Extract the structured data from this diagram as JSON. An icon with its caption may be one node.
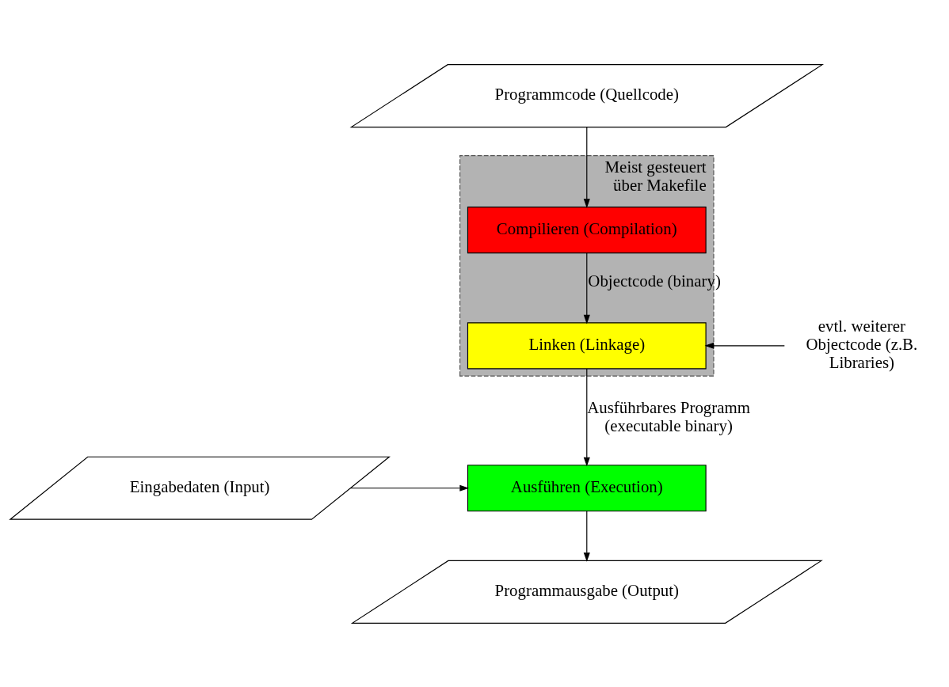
{
  "diagram": {
    "nodes": [
      {
        "text": [
          "Programmcode (Quellcode)"
        ]
      },
      {
        "text": [
          "Meist gesteuert über Makefile"
        ]
      },
      {
        "text": [
          "Compilieren (Compilation)"
        ],
        "in": 1
      },
      {
        "text": [
          "Linken (Linkage)"
        ],
        "in": 1
      },
      {
        "text": [
          "evtl. weiterer Objectcode (z.B. Libraries)"
        ]
      },
      {
        "text": [
          "Eingabedaten (Input)"
        ]
      },
      {
        "text": [
          "Ausführen (Execution)"
        ]
      },
      {
        "text": [
          "Programmausgabe (Output)"
        ]
      }
    ],
    "edges": [
      {
        "from": 0,
        "to": 2,
        "arrow": "to"
      },
      {
        "from": 2,
        "to": 3,
        "arrow": "to",
        "label": "Objectcode (binary)"
      },
      {
        "from": 4,
        "to": 3,
        "arrow": "to"
      },
      {
        "from": 3,
        "to": 6,
        "arrow": "to",
        "label": "Ausführbares Programm (executable binary)"
      },
      {
        "from": 5,
        "to": 6,
        "arrow": "to"
      },
      {
        "from": 6,
        "to": 7,
        "arrow": "to"
      }
    ]
  }
}
